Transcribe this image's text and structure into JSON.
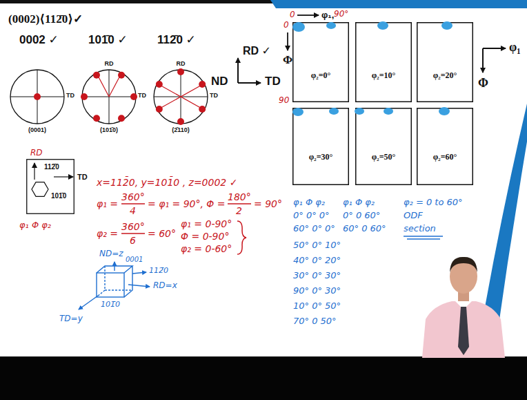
{
  "diagram": {
    "nodes": [
      {
        "text": [
          "TD",
          "(0001)"
        ]
      },
      {
        "text": [
          "RD",
          "TD",
          "(101̄0)"
        ]
      },
      {
        "text": [
          "RD",
          "TD",
          "(2̄110)"
        ]
      },
      {
        "text": [
          "φ₂=0°"
        ]
      },
      {
        "text": [
          "φ₂=10°"
        ]
      },
      {
        "text": [
          "φ₂=20°"
        ]
      },
      {
        "text": [
          "φ₂=30°"
        ]
      },
      {
        "text": [
          "φ₂=50°"
        ]
      },
      {
        "text": [
          "φ₂=60°"
        ]
      },
      {
        "text": [
          "112̄0",
          "101̄0"
        ]
      }
    ],
    "labels": [
      "(0002)⟨112̄0⟩✓",
      "0002 ✓",
      "101̄0 ✓",
      "112̄0 ✓",
      "RD ✓",
      "ND",
      "TD",
      "RD",
      "TD",
      "φ₁ Φ φ₂",
      "x=112̄0, y=101̄0 , z=0002 ✓",
      "φ₁ =",
      "360°",
      "4",
      "= φ₁ = 90°, Φ =",
      "180°",
      "2",
      "= 90°",
      "φ₂ =",
      "360°",
      "6",
      "= 60°",
      "φ₁ = 0-90°",
      "Φ = 0-90°",
      "φ₂ = 0-60°",
      "ND=z",
      "0001",
      "112̄0",
      "RD=x",
      "101̄0",
      "TD=y",
      "0",
      "φ₁,",
      "90°",
      "0",
      "Φ",
      "90",
      "φ₁",
      "Φ",
      "φ₁ Φ φ₂",
      "0° 0° 0°",
      "60° 0° 0°",
      "50° 0° 10°",
      "40° 0° 20°",
      "30° 0° 30°",
      "90° 0° 30°",
      "10° 0° 50°",
      "70° 0 50°",
      "φ₁ Φ φ₂",
      "0° 0 60°",
      "60° 0 60°",
      "φ₂ = 0 to 60°",
      "ODF",
      "section"
    ]
  }
}
